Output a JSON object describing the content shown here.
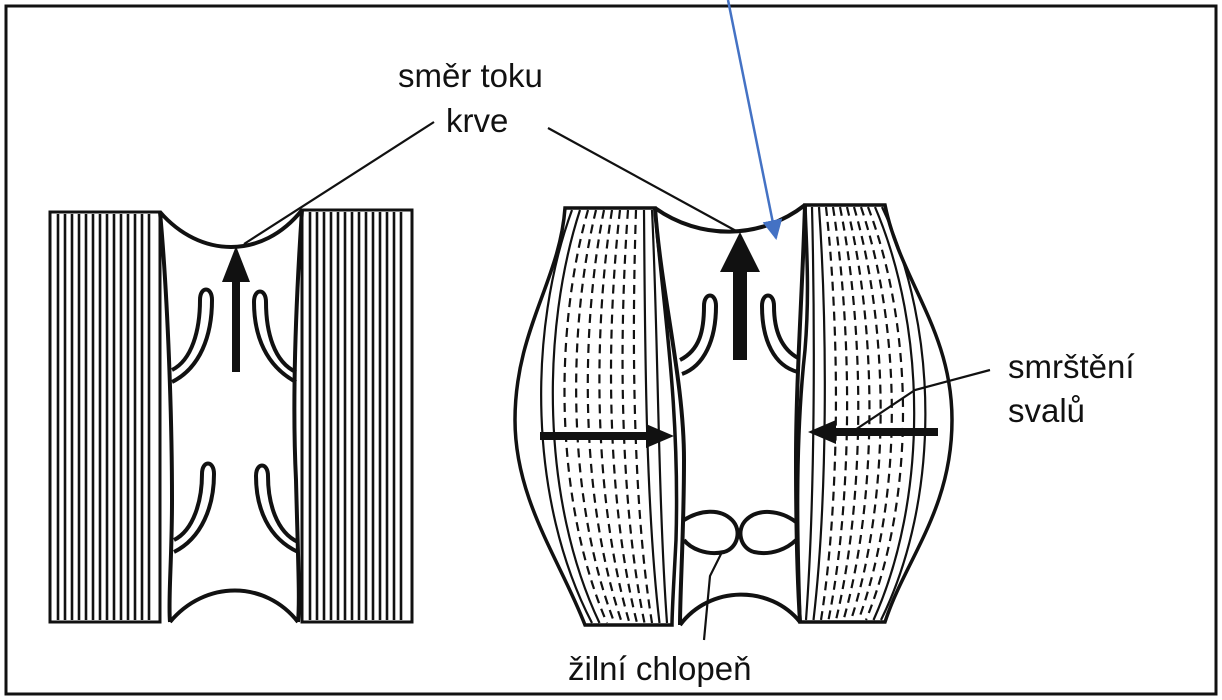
{
  "labels": {
    "flow_line1": "směr toku",
    "flow_line2": "krve",
    "contraction_line1": "smrštění",
    "contraction_line2": "svalů",
    "valve": "žilní chlopeň"
  },
  "colors": {
    "ink": "#111111",
    "frame": "#111111",
    "pointer": "#4472c4",
    "background": "#ffffff"
  }
}
